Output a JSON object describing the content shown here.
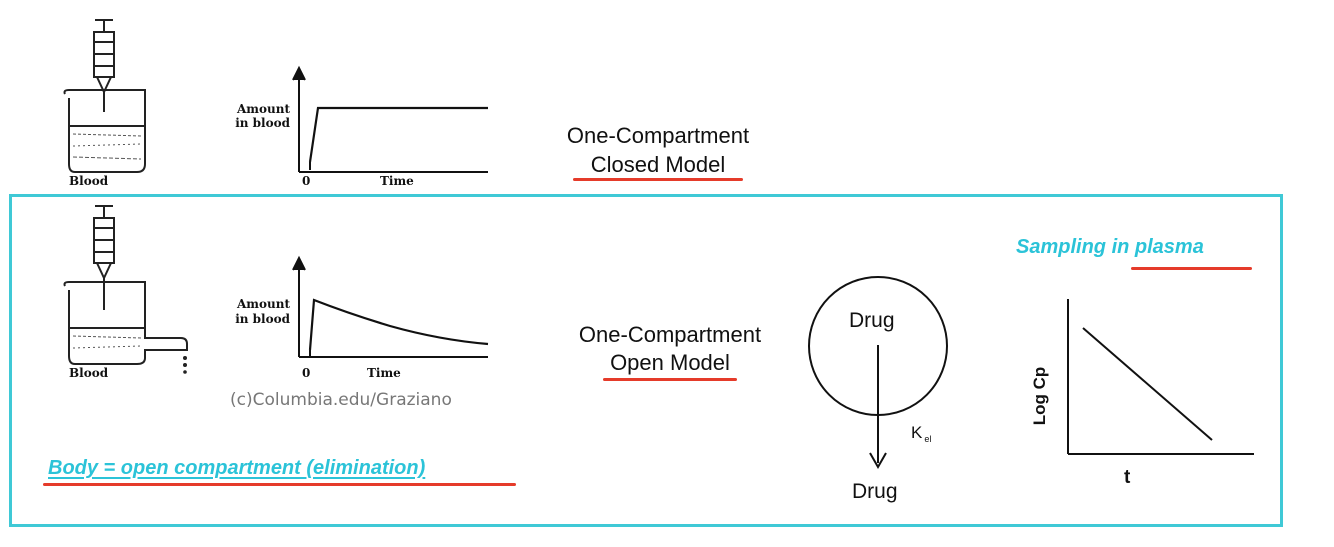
{
  "closed_model": {
    "beaker_label": "Blood",
    "graph_ylabel_line1": "Amount",
    "graph_ylabel_line2": "in blood",
    "graph_origin": "0",
    "graph_xlabel": "Time",
    "title_line1": "One-Compartment",
    "title_line2": "Closed Model"
  },
  "open_model": {
    "beaker_label": "Blood",
    "graph_ylabel_line1": "Amount",
    "graph_ylabel_line2": "in blood",
    "graph_origin": "0",
    "graph_xlabel": "Time",
    "title_line1": "One-Compartment",
    "title_line2": "Open Model",
    "credit": "(c)Columbia.edu/Graziano",
    "note": "Body = open compartment (elimination)"
  },
  "compartment_diagram": {
    "drug_inside": "Drug",
    "rate_constant": "K",
    "rate_subscript": "el",
    "drug_outside": "Drug"
  },
  "log_plot": {
    "heading": "Sampling in plasma",
    "ylabel": "Log Cp",
    "xlabel": "t"
  },
  "colors": {
    "frame": "#3fc9d6",
    "annotation_text": "#2bc3d8",
    "underline": "#e53b2a"
  }
}
